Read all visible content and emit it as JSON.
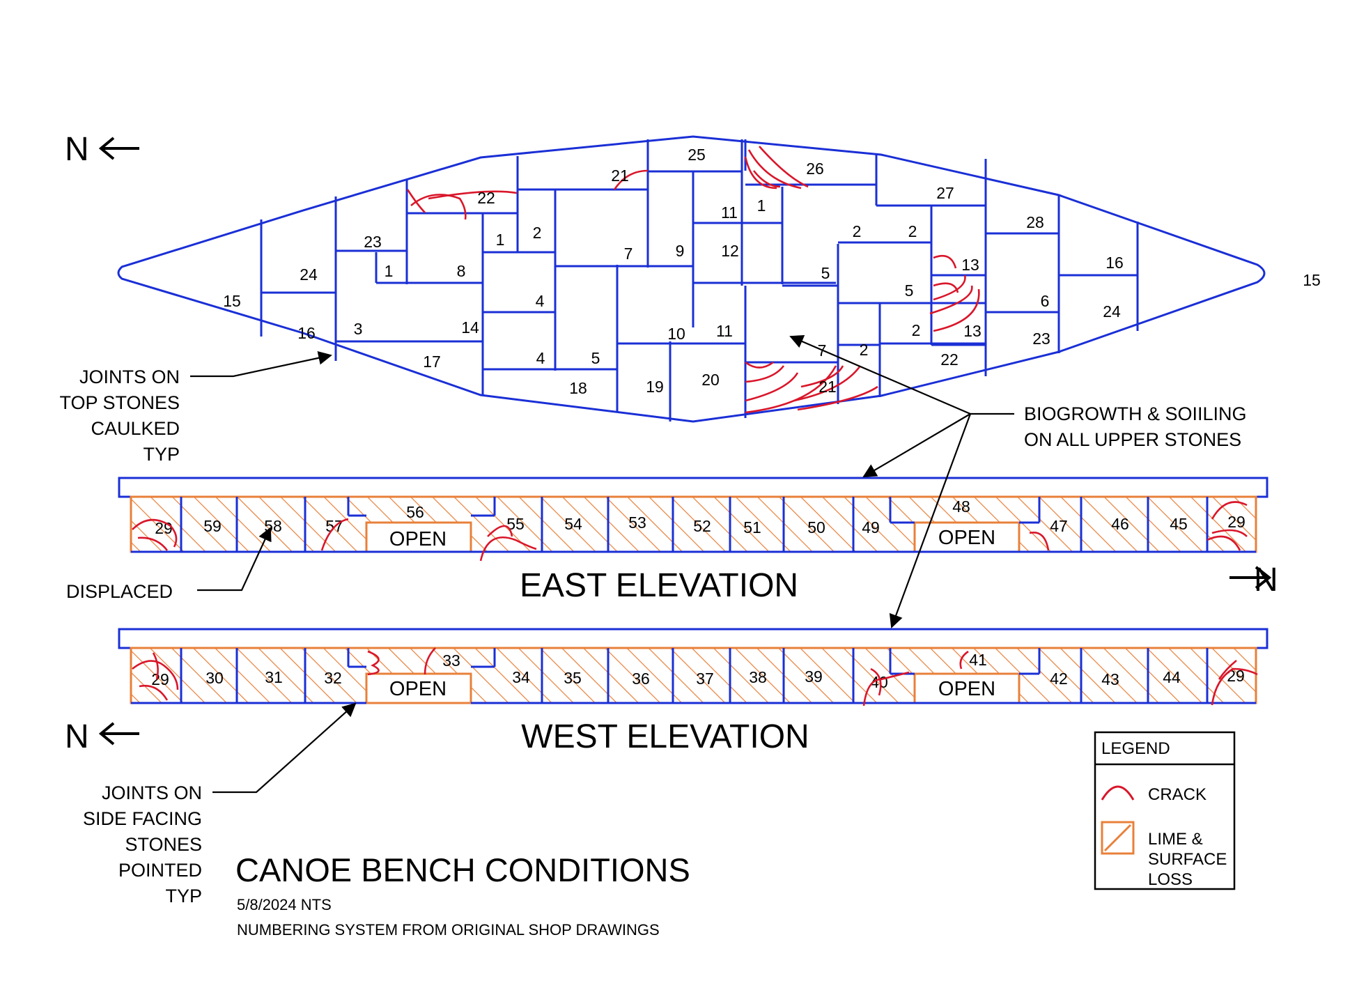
{
  "north_label": "N",
  "colors": {
    "outline": "#1a2fd6",
    "crack": "#d9162a",
    "loss": "#e8803a",
    "ink": "#000000"
  },
  "plan_stones": [
    {
      "id": "p-25",
      "label": "25"
    },
    {
      "id": "p-26",
      "label": "26"
    },
    {
      "id": "p-21a",
      "label": "21"
    },
    {
      "id": "p-22a",
      "label": "22"
    },
    {
      "id": "p-11a",
      "label": "11"
    },
    {
      "id": "p-1a",
      "label": "1"
    },
    {
      "id": "p-27",
      "label": "27"
    },
    {
      "id": "p-28",
      "label": "28"
    },
    {
      "id": "p-23a",
      "label": "23"
    },
    {
      "id": "p-1b",
      "label": "1"
    },
    {
      "id": "p-2a",
      "label": "2"
    },
    {
      "id": "p-2b",
      "label": "2"
    },
    {
      "id": "p-2c",
      "label": "2"
    },
    {
      "id": "p-13a",
      "label": "13"
    },
    {
      "id": "p-24a",
      "label": "24"
    },
    {
      "id": "p-8",
      "label": "8"
    },
    {
      "id": "p-1c",
      "label": "1"
    },
    {
      "id": "p-7a",
      "label": "7"
    },
    {
      "id": "p-9",
      "label": "9"
    },
    {
      "id": "p-12",
      "label": "12"
    },
    {
      "id": "p-16a",
      "label": "16"
    },
    {
      "id": "p-15a",
      "label": "15"
    },
    {
      "id": "p-5a",
      "label": "5"
    },
    {
      "id": "p-5b",
      "label": "5"
    },
    {
      "id": "p-15b",
      "label": "15"
    },
    {
      "id": "p-4a",
      "label": "4"
    },
    {
      "id": "p-6",
      "label": "6"
    },
    {
      "id": "p-24b",
      "label": "24"
    },
    {
      "id": "p-16b",
      "label": "16"
    },
    {
      "id": "p-3",
      "label": "3"
    },
    {
      "id": "p-14",
      "label": "14"
    },
    {
      "id": "p-10",
      "label": "10"
    },
    {
      "id": "p-11b",
      "label": "11"
    },
    {
      "id": "p-2d",
      "label": "2"
    },
    {
      "id": "p-13b",
      "label": "13"
    },
    {
      "id": "p-23b",
      "label": "23"
    },
    {
      "id": "p-17",
      "label": "17"
    },
    {
      "id": "p-4b",
      "label": "4"
    },
    {
      "id": "p-5c",
      "label": "5"
    },
    {
      "id": "p-7b",
      "label": "7"
    },
    {
      "id": "p-2e",
      "label": "2"
    },
    {
      "id": "p-22b",
      "label": "22"
    },
    {
      "id": "p-18",
      "label": "18"
    },
    {
      "id": "p-19",
      "label": "19"
    },
    {
      "id": "p-20",
      "label": "20"
    },
    {
      "id": "p-21b",
      "label": "21"
    }
  ],
  "east_elevation": {
    "title": "EAST ELEVATION",
    "open_label": "OPEN",
    "stones": [
      "29",
      "59",
      "58",
      "57",
      "56",
      "55",
      "54",
      "53",
      "52",
      "51",
      "50",
      "49",
      "48",
      "47",
      "46",
      "45",
      "29"
    ]
  },
  "west_elevation": {
    "title": "WEST ELEVATION",
    "open_label": "OPEN",
    "stones": [
      "29",
      "30",
      "31",
      "32",
      "33",
      "34",
      "35",
      "36",
      "37",
      "38",
      "39",
      "40",
      "41",
      "42",
      "43",
      "44",
      "29"
    ]
  },
  "notes": {
    "joints_top": [
      "JOINTS ON",
      "TOP STONES",
      "CAULKED",
      "TYP"
    ],
    "biogrowth": [
      "BIOGROWTH & SOIILING",
      "ON ALL UPPER STONES"
    ],
    "displaced": "DISPLACED",
    "joints_side": [
      "JOINTS ON",
      "SIDE FACING",
      "STONES",
      "POINTED",
      "TYP"
    ]
  },
  "title_block": {
    "title": "CANOE BENCH CONDITIONS",
    "date_scale": "5/8/2024  NTS",
    "numbering_note": "NUMBERING SYSTEM FROM ORIGINAL SHOP DRAWINGS"
  },
  "legend": {
    "header": "LEGEND",
    "items": [
      {
        "icon": "crack-symbol-icon",
        "label": "CRACK"
      },
      {
        "icon": "hatch-symbol-icon",
        "label_lines": [
          "LIME &",
          "SURFACE",
          "LOSS"
        ]
      }
    ]
  }
}
